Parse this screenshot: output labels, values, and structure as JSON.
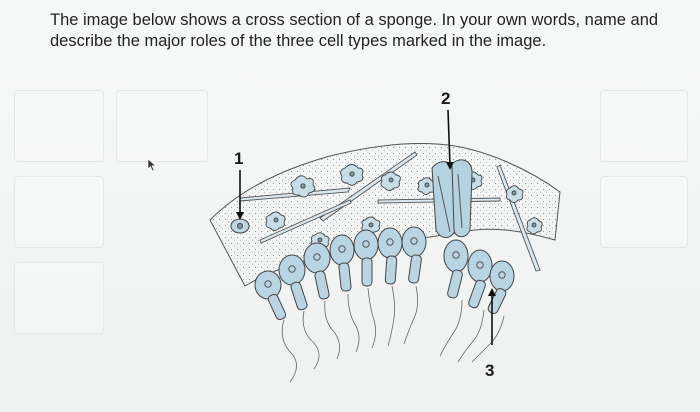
{
  "question": {
    "text": "The image below shows a cross section of a sponge. In your own words, name and describe the major roles of the three cell types marked in the image."
  },
  "figure": {
    "labels": [
      "1",
      "2",
      "3"
    ]
  },
  "cursor": {
    "icon": "mouse-pointer-icon"
  }
}
